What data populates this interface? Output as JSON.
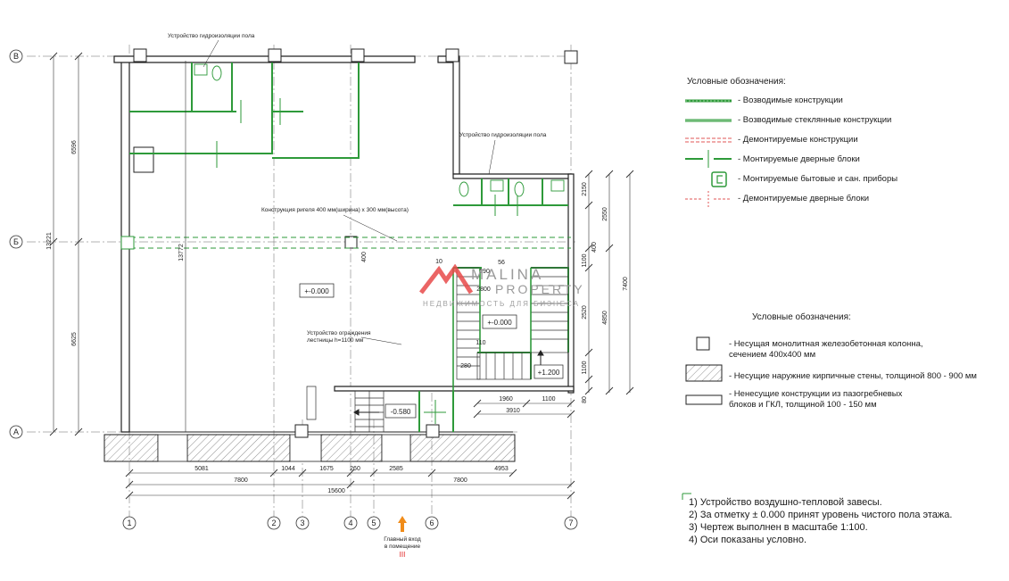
{
  "axes": {
    "letters": [
      "В",
      "Б",
      "А"
    ],
    "numbers": [
      "1",
      "2",
      "3",
      "4",
      "5",
      "6",
      "7"
    ]
  },
  "dimensions": {
    "left_total": "13221",
    "left_upper": "6596",
    "left_lower": "6625",
    "inner_vertical": "13772",
    "bottom_chain": [
      "5081",
      "1044",
      "1675",
      "260",
      "2585",
      "4953"
    ],
    "bottom_halves": [
      "7800",
      "7800"
    ],
    "bottom_total": "15600",
    "right_chain": [
      "2150",
      "400",
      "1100",
      "2520",
      "1100",
      "80"
    ],
    "right_outer": [
      "2550",
      "4850"
    ],
    "right_total": "7400",
    "small_vertical": "400",
    "stair_bottom": [
      "1960",
      "1100"
    ],
    "stair_total": "3910",
    "stair_small": [
      "10",
      "290",
      "56",
      "2800",
      "110",
      "280"
    ]
  },
  "plan_labels": {
    "waterproof_top": "Устройство гидроизоляции пола",
    "waterproof_right": "Устройство гидроизоляции пола",
    "beam": "Конструкция ригеля 400 мм(ширина) х 300 мм(высота)",
    "railing": "Устройство ограждения\nлестницы h=1100 мм",
    "level_main": "+-0.000",
    "level_stair": "+-0.000",
    "level_up": "+1.200",
    "level_down": "-0.580",
    "entrance": "Главный вход\nв помещение",
    "entrance_mark": "III"
  },
  "legend1": {
    "title": "Условные обозначения:",
    "items": [
      "- Возводимые конструкции",
      "- Возводимые стеклянные конструкции",
      "- Демонтируемые конструкции",
      "- Монтируемые дверные блоки",
      "- Монтируемые бытовые и сан. приборы",
      "- Демонтируемые дверные блоки"
    ]
  },
  "legend2": {
    "title": "Условные обозначения:",
    "items": [
      "- Несущая монолитная железобетонная колонна,\nсечением 400х400 мм",
      "- Несущие наружние кирпичные стены, толщиной 800 - 900 мм",
      "- Ненесущие конструкции из пазогребневых\nблоков и ГКЛ, толщиной 100 - 150 мм"
    ]
  },
  "notes": [
    "1) Устройство воздушно-тепловой завесы.",
    "2) За отметку ± 0.000 принят уровень чистого пола этажа.",
    "3) Чертеж выполнен в масштабе 1:100.",
    "4) Оси показаны условно."
  ],
  "watermark": {
    "name_line1": "MALINA",
    "name_line2": "PROPERTY",
    "tagline": "НЕДВИЖИМОСТЬ ДЛЯ БИЗНЕСА"
  },
  "colors": {
    "wall": "#222222",
    "new": "#2e9a3a",
    "demolish": "#e05555",
    "entry": "#f08c1a",
    "entry_mark": "#e02020",
    "watermark": "#e84a4a"
  }
}
